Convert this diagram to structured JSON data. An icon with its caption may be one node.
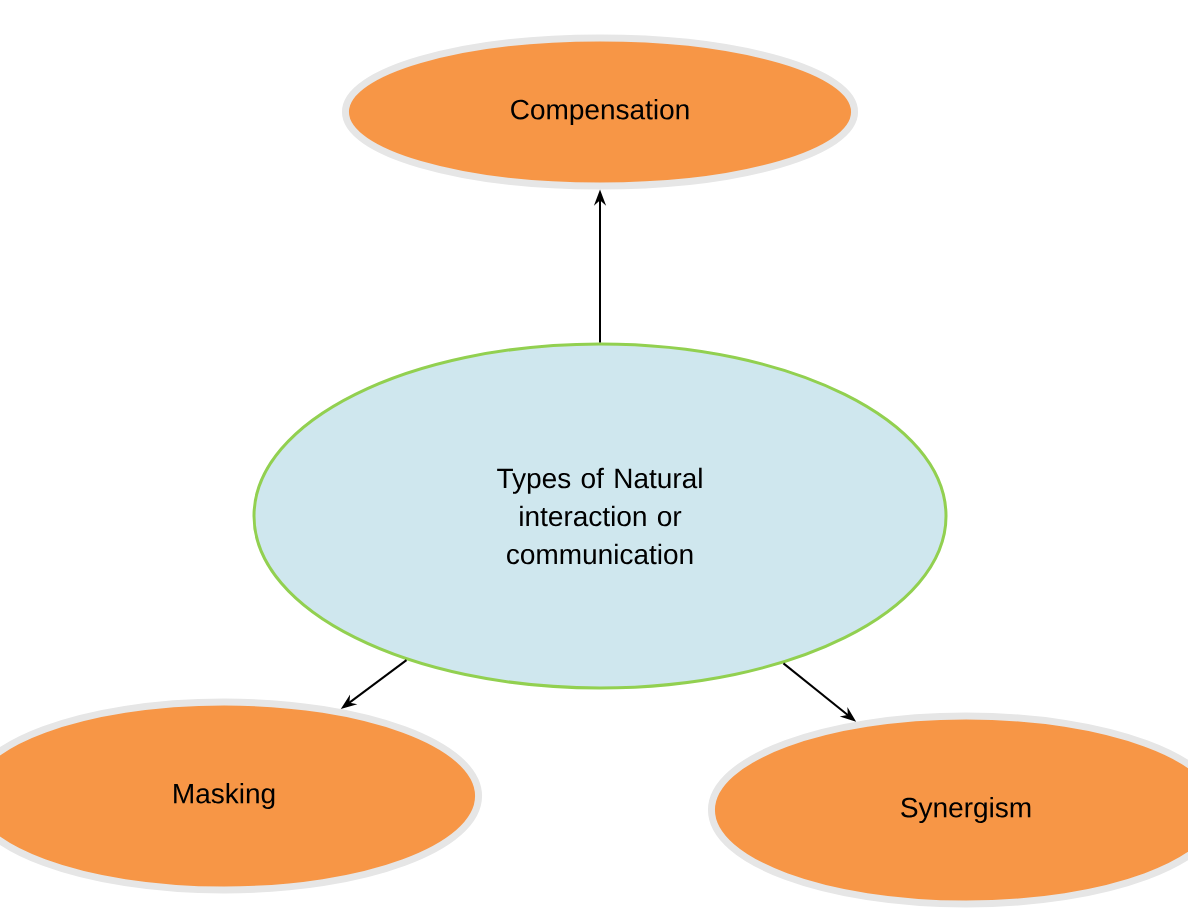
{
  "diagram": {
    "nodes": [
      {
        "text": [
          "Types of Natural interaction or communication"
        ]
      },
      {
        "text": [
          "Compensation"
        ]
      },
      {
        "text": [
          "Masking"
        ]
      },
      {
        "text": [
          "Synergism"
        ]
      }
    ],
    "edges": [
      {
        "from": 0,
        "to": 1,
        "arrow": "to"
      },
      {
        "from": 0,
        "to": 2,
        "arrow": "to"
      },
      {
        "from": 0,
        "to": 3,
        "arrow": "to"
      }
    ]
  }
}
